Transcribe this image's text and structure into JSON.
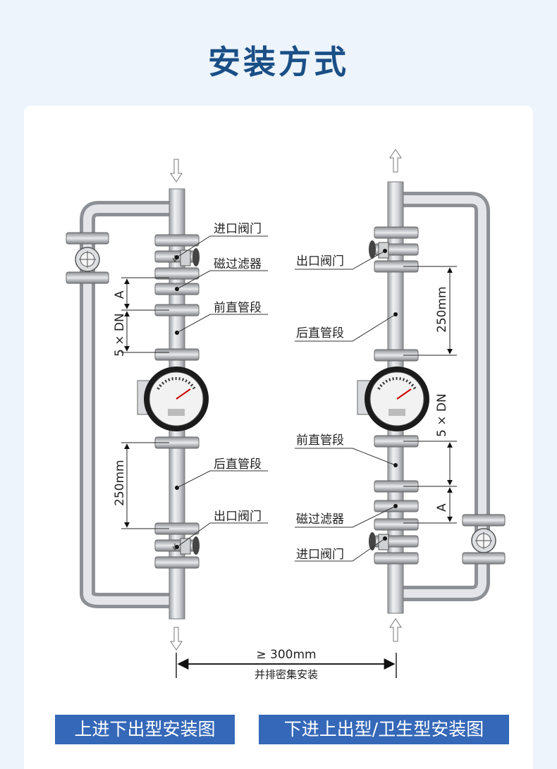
{
  "title": "安装方式",
  "left_labels": {
    "inlet_valve": "进口阀门",
    "magnetic_filter": "磁过滤器",
    "front_straight": "前直管段",
    "rear_straight": "后直管段",
    "outlet_valve": "出口阀门",
    "dim_a": "A",
    "dim_5dn": "5 × DN",
    "dim_250": "250mm"
  },
  "right_labels": {
    "outlet_valve": "出口阀门",
    "rear_straight": "后直管段",
    "front_straight": "前直管段",
    "magnetic_filter": "磁过滤器",
    "inlet_valve": "进口阀门",
    "dim_a": "A",
    "dim_5dn": "5 × DN",
    "dim_250": "250mm"
  },
  "spacing": {
    "value": "≥ 300mm",
    "note": "并排密集安装"
  },
  "captions": {
    "left": "上进下出型安装图",
    "right": "下进上出型/卫生型安装图"
  }
}
